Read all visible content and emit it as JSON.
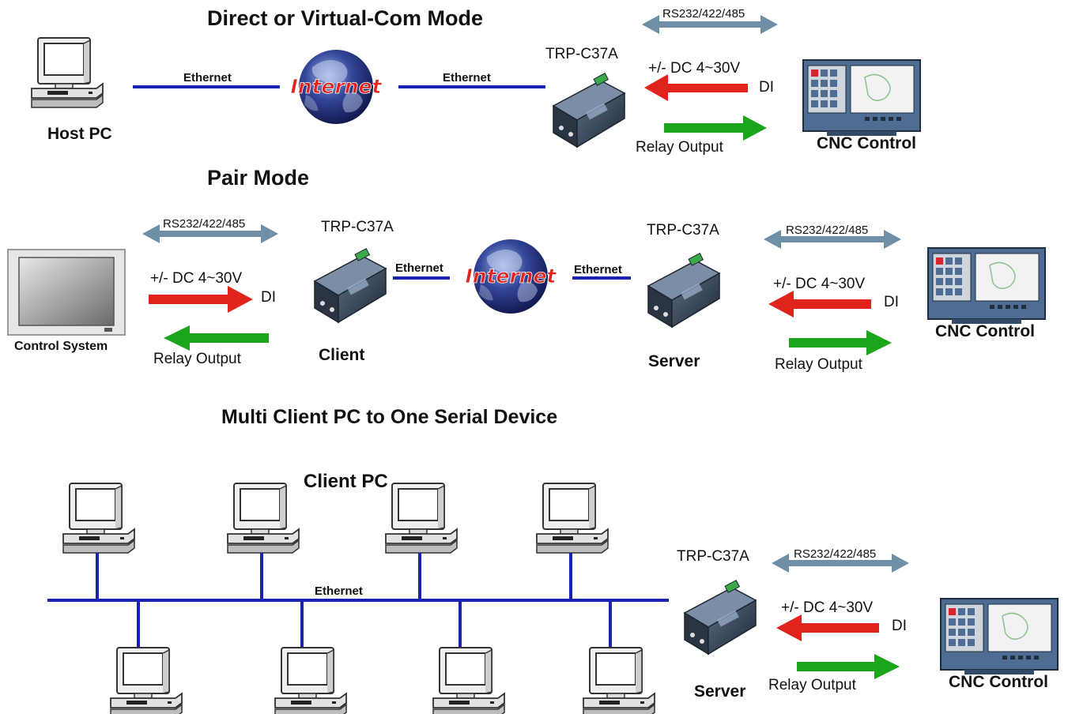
{
  "section1": {
    "title": "Direct or Virtual-Com Mode",
    "host_label": "Host PC",
    "ethernet_left": "Ethernet",
    "ethernet_right": "Ethernet",
    "internet_text": "Internet",
    "device_label": "TRP-C37A",
    "serial_label": "RS232/422/485",
    "dc_label": "+/- DC 4~30V",
    "di_label": "DI",
    "relay_label": "Relay Output",
    "cnc_label": "CNC Control"
  },
  "section2": {
    "title": "Pair Mode",
    "control_label": "Control System",
    "serial_left": "RS232/422/485",
    "dc_left": "+/- DC 4~30V",
    "di_left": "DI",
    "relay_left": "Relay Output",
    "client_device": "TRP-C37A",
    "client_label": "Client",
    "ethernet_left": "Ethernet",
    "internet_text": "Internet",
    "ethernet_right": "Ethernet",
    "server_device": "TRP-C37A",
    "server_label": "Server",
    "serial_right": "RS232/422/485",
    "dc_right": "+/- DC 4~30V",
    "di_right": "DI",
    "relay_right": "Relay Output",
    "cnc_label": "CNC Control"
  },
  "section3": {
    "title": "Multi Client PC to One Serial Device",
    "client_pc_label": "Client PC",
    "ethernet_label": "Ethernet",
    "device_label": "TRP-C37A",
    "serial_label": "RS232/422/485",
    "dc_label": "+/- DC 4~30V",
    "di_label": "DI",
    "relay_label": "Relay Output",
    "server_label": "Server",
    "cnc_label": "CNC Control"
  },
  "colors": {
    "ethernet_line": "#1a22b0",
    "di_arrow": "#e0231c",
    "relay_arrow": "#1aa51a",
    "serial_arrow": "#6f8fa6"
  }
}
